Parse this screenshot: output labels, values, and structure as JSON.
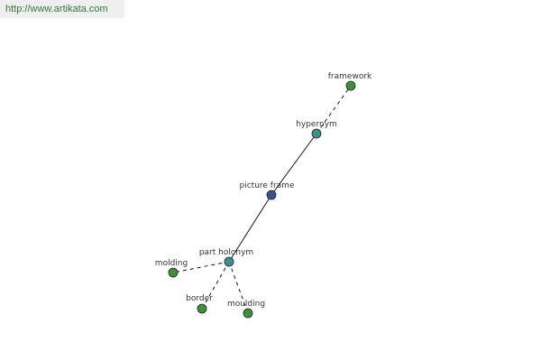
{
  "watermark": {
    "text": "http://www.artikata.com"
  },
  "colors": {
    "center": "#3f4f8f",
    "relation": "#3f8f8f",
    "term": "#3f8f3f",
    "edge": "#111111"
  },
  "nodes": {
    "center": {
      "label": "picture frame"
    },
    "hypernym": {
      "label": "hypernym"
    },
    "framework": {
      "label": "framework"
    },
    "part_holonym": {
      "label": "part holonym"
    },
    "molding": {
      "label": "molding"
    },
    "border": {
      "label": "border"
    },
    "moulding": {
      "label": "moulding"
    }
  }
}
